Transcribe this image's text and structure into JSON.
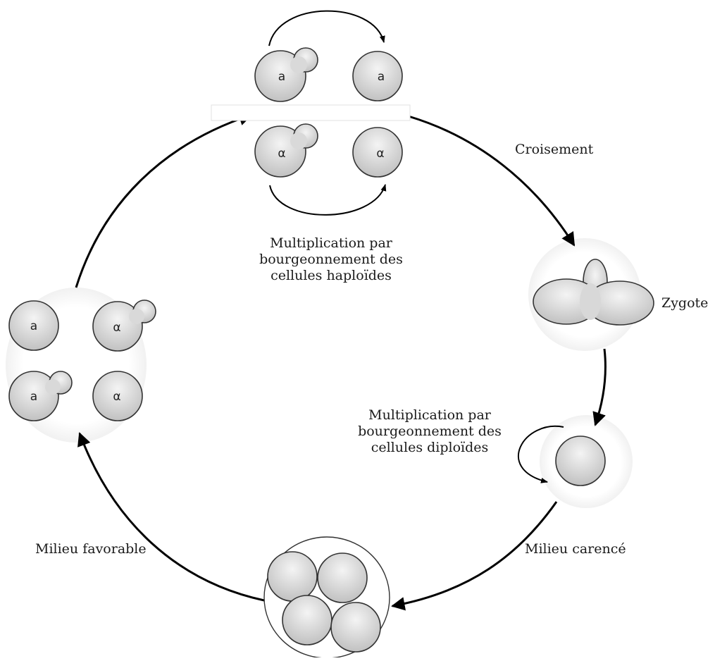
{
  "labels": {
    "croisement": "Croisement",
    "zygote": "Zygote",
    "multiplication_haploides": [
      "Multiplication par",
      "bourgeonnement des",
      "cellules haploïdes"
    ],
    "multiplication_diploides": [
      "Multiplication par",
      "bourgeonnement des",
      "cellules diploïdes"
    ],
    "milieu_carence": "Milieu carencé",
    "milieu_favorable": "Milieu favorable"
  },
  "cell_marks": {
    "a": "a",
    "alpha": "α"
  }
}
